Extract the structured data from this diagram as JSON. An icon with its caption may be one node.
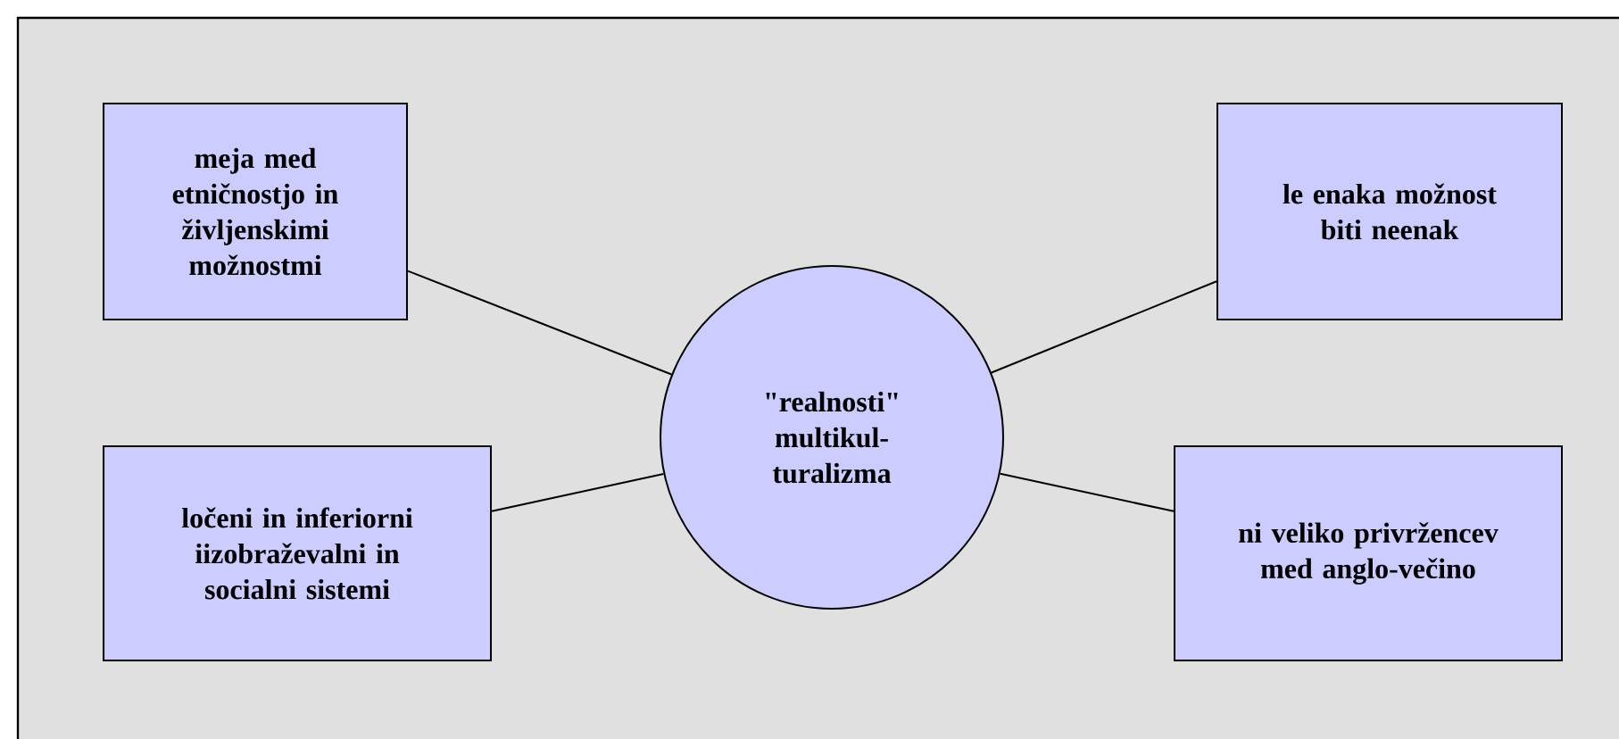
{
  "diagram": {
    "nodes": [
      {
        "text": [
          "meja med etničnostjo in življenskimi možnostmi"
        ]
      },
      {
        "text": [
          "le enaka možnost biti neenak"
        ]
      },
      {
        "text": [
          "\"realnosti\" multikul- turalizma"
        ]
      },
      {
        "text": [
          "ločeni in inferiorni iizobraževalni in socialni sistemi"
        ]
      },
      {
        "text": [
          "ni veliko privržencev med anglo-večino"
        ]
      }
    ],
    "edges": [
      {
        "from": 2,
        "to": 0,
        "arrow": "none"
      },
      {
        "from": 2,
        "to": 1,
        "arrow": "none"
      },
      {
        "from": 2,
        "to": 3,
        "arrow": "none"
      },
      {
        "from": 2,
        "to": 4,
        "arrow": "none"
      }
    ]
  }
}
